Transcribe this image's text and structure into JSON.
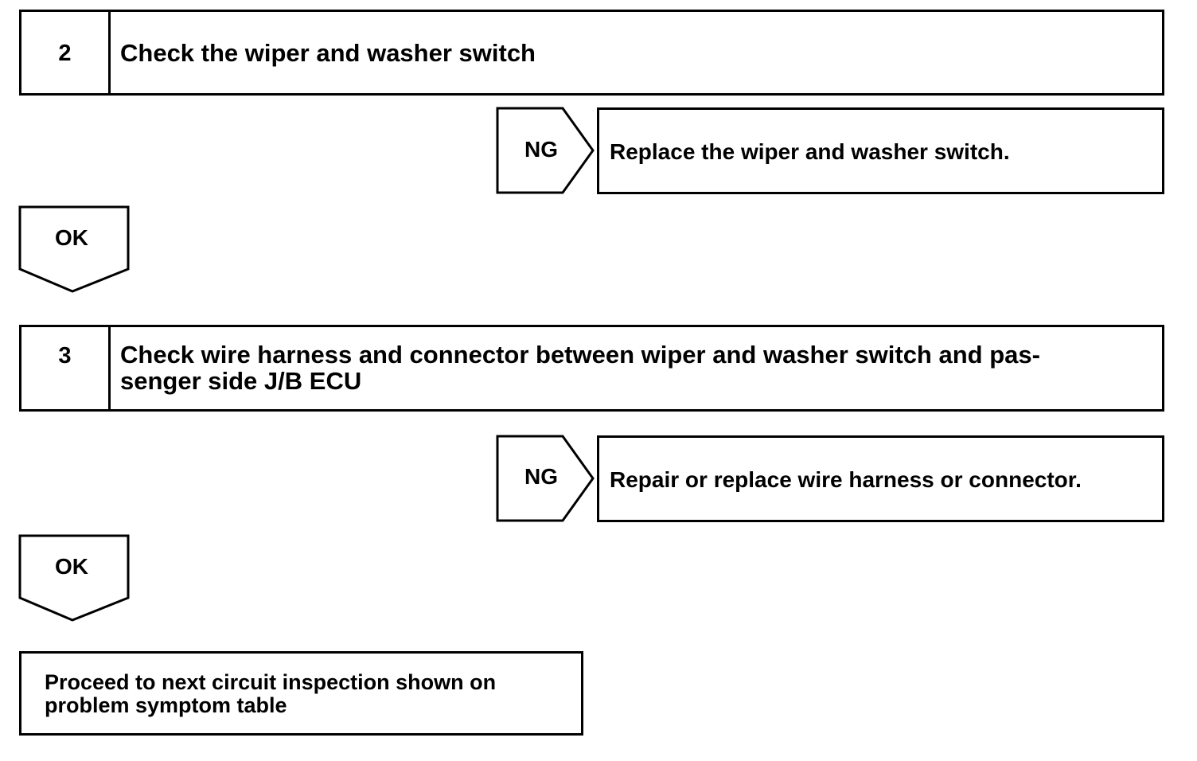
{
  "steps": [
    {
      "number": "2",
      "text": "Check the wiper and washer switch"
    },
    {
      "number": "3",
      "text": "Check wire harness and connector between wiper and washer switch and pas-",
      "text_line2": "senger side J/B ECU"
    }
  ],
  "ng_label": "NG",
  "ok_label": "OK",
  "results": [
    "Replace the wiper and washer switch.",
    "Repair or replace wire harness or connector."
  ],
  "final": {
    "line1": "Proceed to next circuit inspection shown on",
    "line2": "problem symptom table"
  }
}
